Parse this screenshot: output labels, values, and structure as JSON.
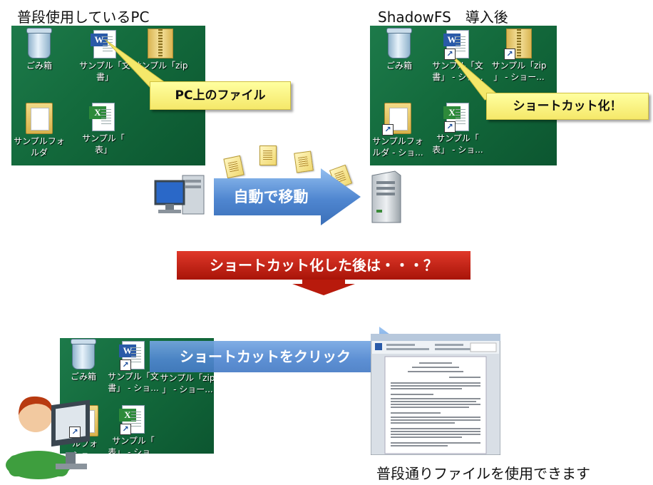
{
  "titles": {
    "before": "普段使用しているPC",
    "after": "ShadowFS　導入後"
  },
  "before_desktop": {
    "recycle_bin": "ごみ箱",
    "word_file": "サンプル「文\n書」",
    "zip_file": "サンプル「zip",
    "folder": "サンプルフォ\nルダ",
    "excel_file": "サンプル「\n表」",
    "callout": "PC上のファイル"
  },
  "after_desktop": {
    "recycle_bin": "ごみ箱",
    "word_file": "サンプル「文\n書」 - ショ...",
    "zip_file": "サンプル「zip\n」 - ショー...",
    "folder": "サンプルフォ\nルダ - ショ...",
    "excel_file": "サンプル「\n表」 - ショ...",
    "callout": "ショートカット化！"
  },
  "move_arrow": "自動で移動",
  "question_banner": "ショートカット化した後は・・・？",
  "click_desktop": {
    "recycle_bin": "ごみ箱",
    "word_file": "サンプル「文\n書」 - ショ...",
    "zip_file": "サンプル「zip\n」 - ショー...",
    "folder": "ルフォ\nショ...",
    "excel_file": "サンプル「\n表」 - ショ..."
  },
  "click_arrow": "ショートカットをクリック",
  "bottom_caption": "普段通りファイルを使用できます",
  "colors": {
    "desktop_green": "#136a3c",
    "callout_yellow": "#f5e86a",
    "arrow_blue": "#4f86d0",
    "banner_red": "#c41e10"
  }
}
